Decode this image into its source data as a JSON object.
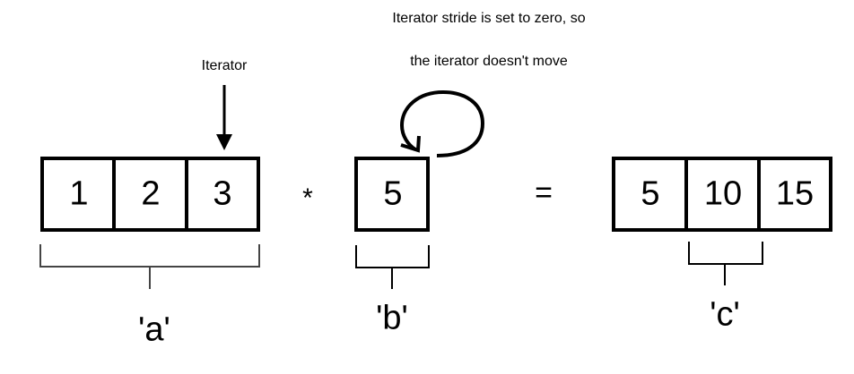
{
  "annotation": {
    "line1": "Iterator stride is set to zero, so",
    "line2": "the iterator doesn't move"
  },
  "iterator_label": "Iterator",
  "operators": {
    "multiply": "*",
    "equals": "="
  },
  "arrays": {
    "a": {
      "label": "'a'",
      "values": [
        "1",
        "2",
        "3"
      ]
    },
    "b": {
      "label": "'b'",
      "values": [
        "5"
      ]
    },
    "c": {
      "label": "'c'",
      "values": [
        "5",
        "10",
        "15"
      ]
    }
  },
  "colors": {
    "stroke": "#000000",
    "bracket": "#333333",
    "background": "#ffffff"
  }
}
